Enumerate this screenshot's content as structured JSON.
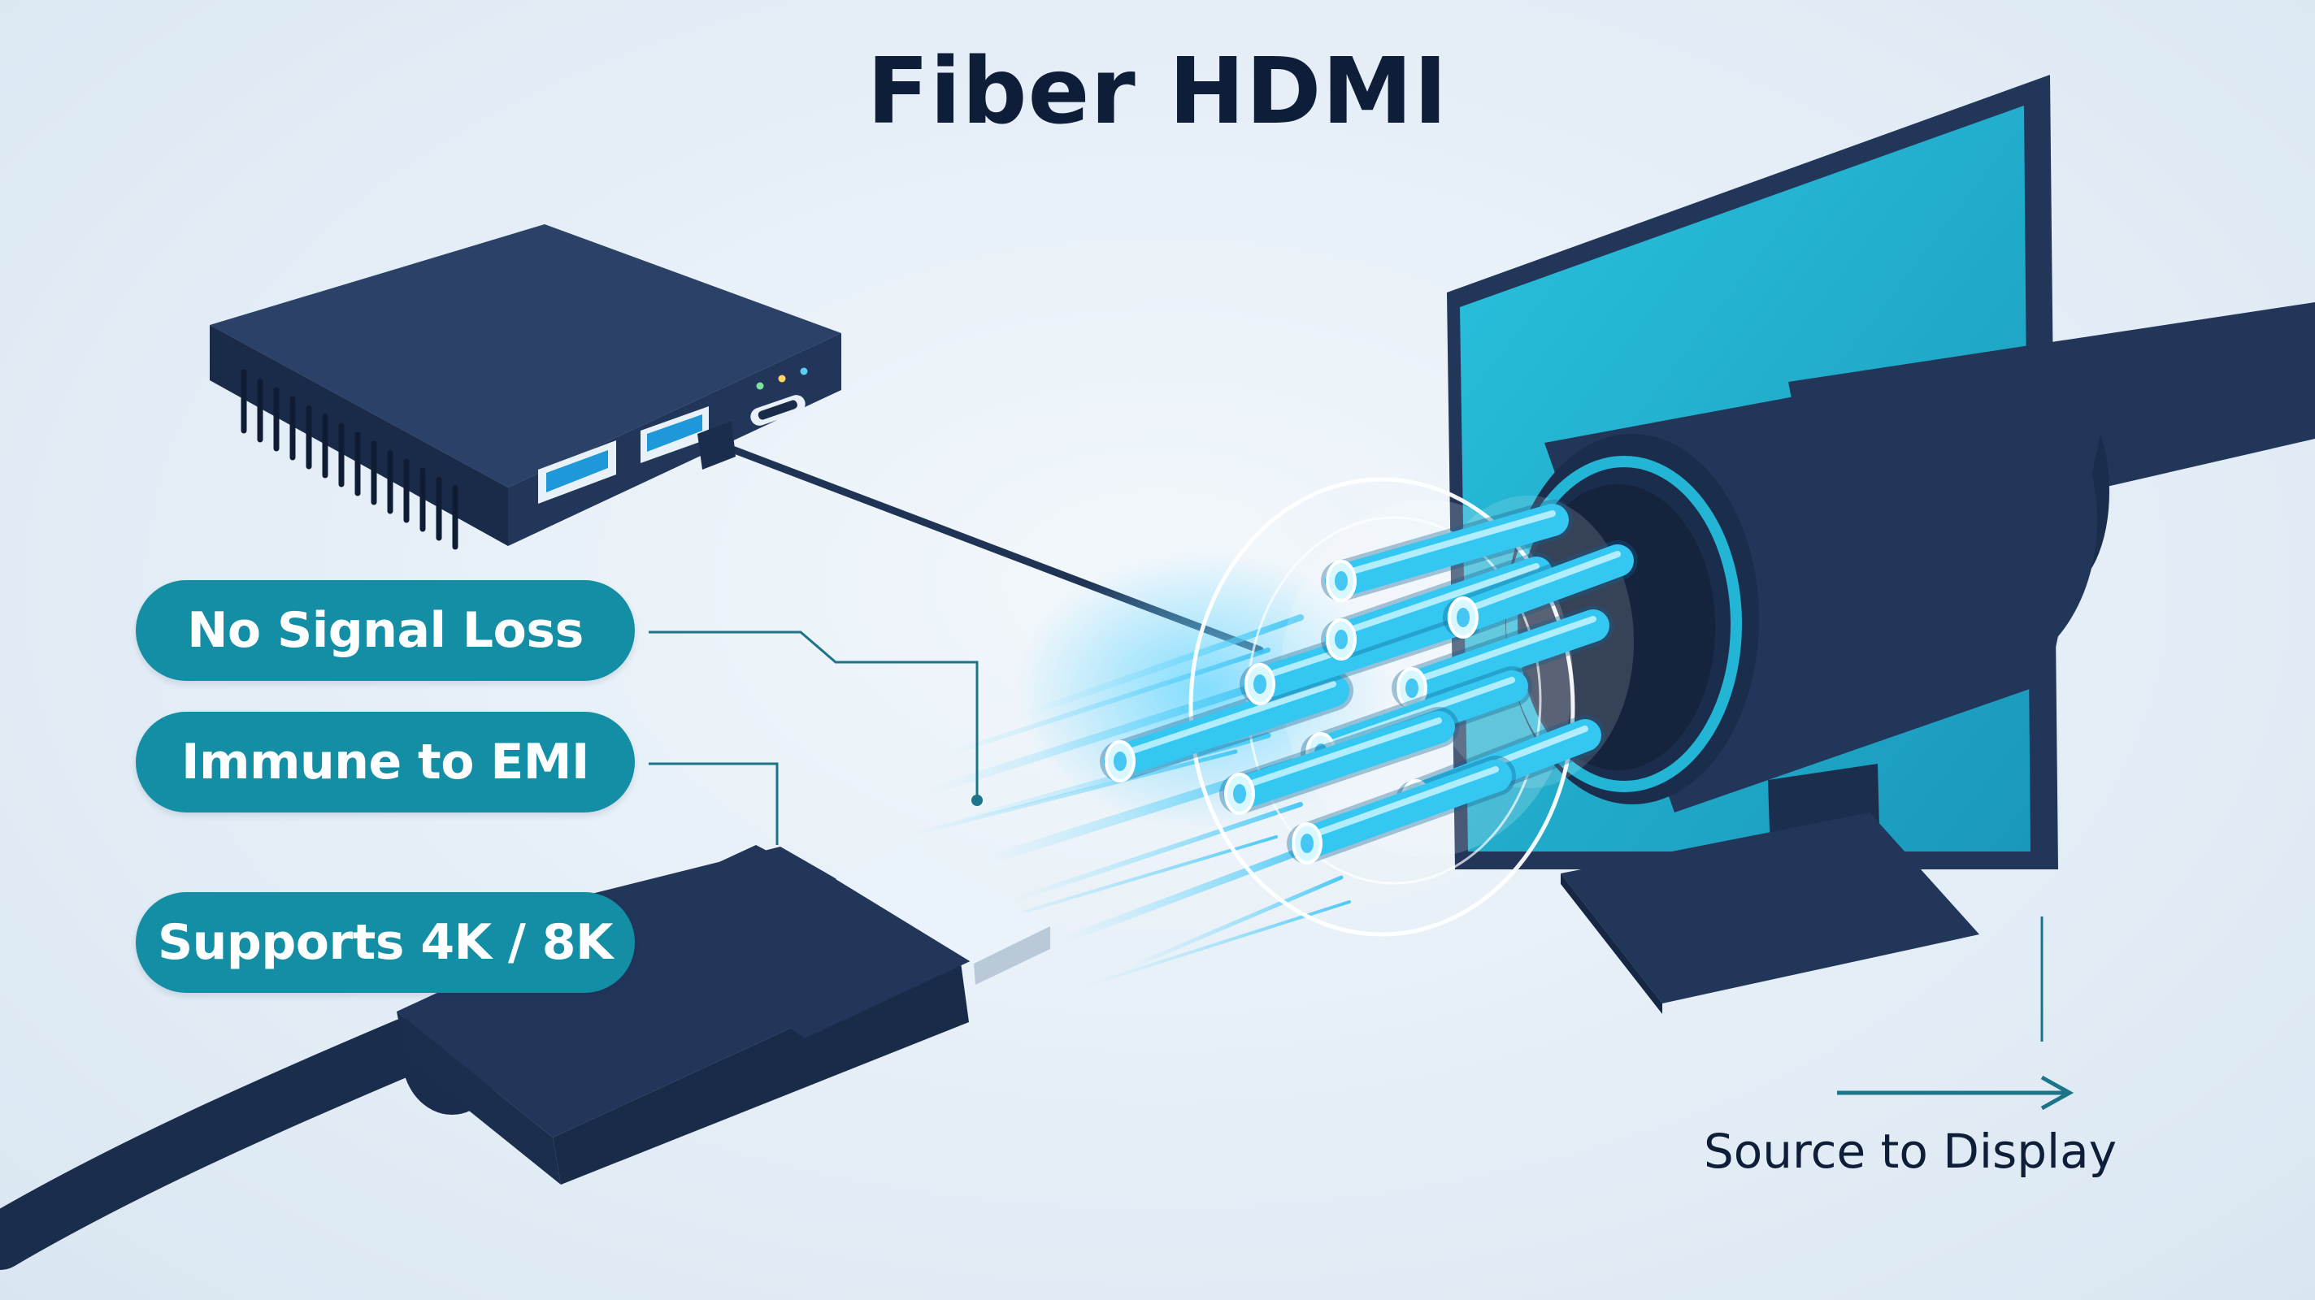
{
  "title": "Fiber HDMI",
  "features": [
    {
      "label": "No Signal Loss"
    },
    {
      "label": "Immune to EMI"
    },
    {
      "label": "Supports 4K / 8K"
    }
  ],
  "caption": "Source to Display",
  "colors": {
    "navy": "#22365a",
    "navy_dark": "#162743",
    "teal_pill": "#138ea4",
    "screen_cyan": "#1fb5d3",
    "fiber_glow": "#33c7f2",
    "title_text": "#0f1e38",
    "leader_line": "#1c7489",
    "background": "#e6eef6"
  },
  "icons": [
    "media-box-icon",
    "hdmi-port-icon",
    "usb-port-icon",
    "usbc-port-icon",
    "hdmi-plug-icon",
    "monitor-icon",
    "fiber-bundle-icon",
    "arrow-right-icon"
  ]
}
